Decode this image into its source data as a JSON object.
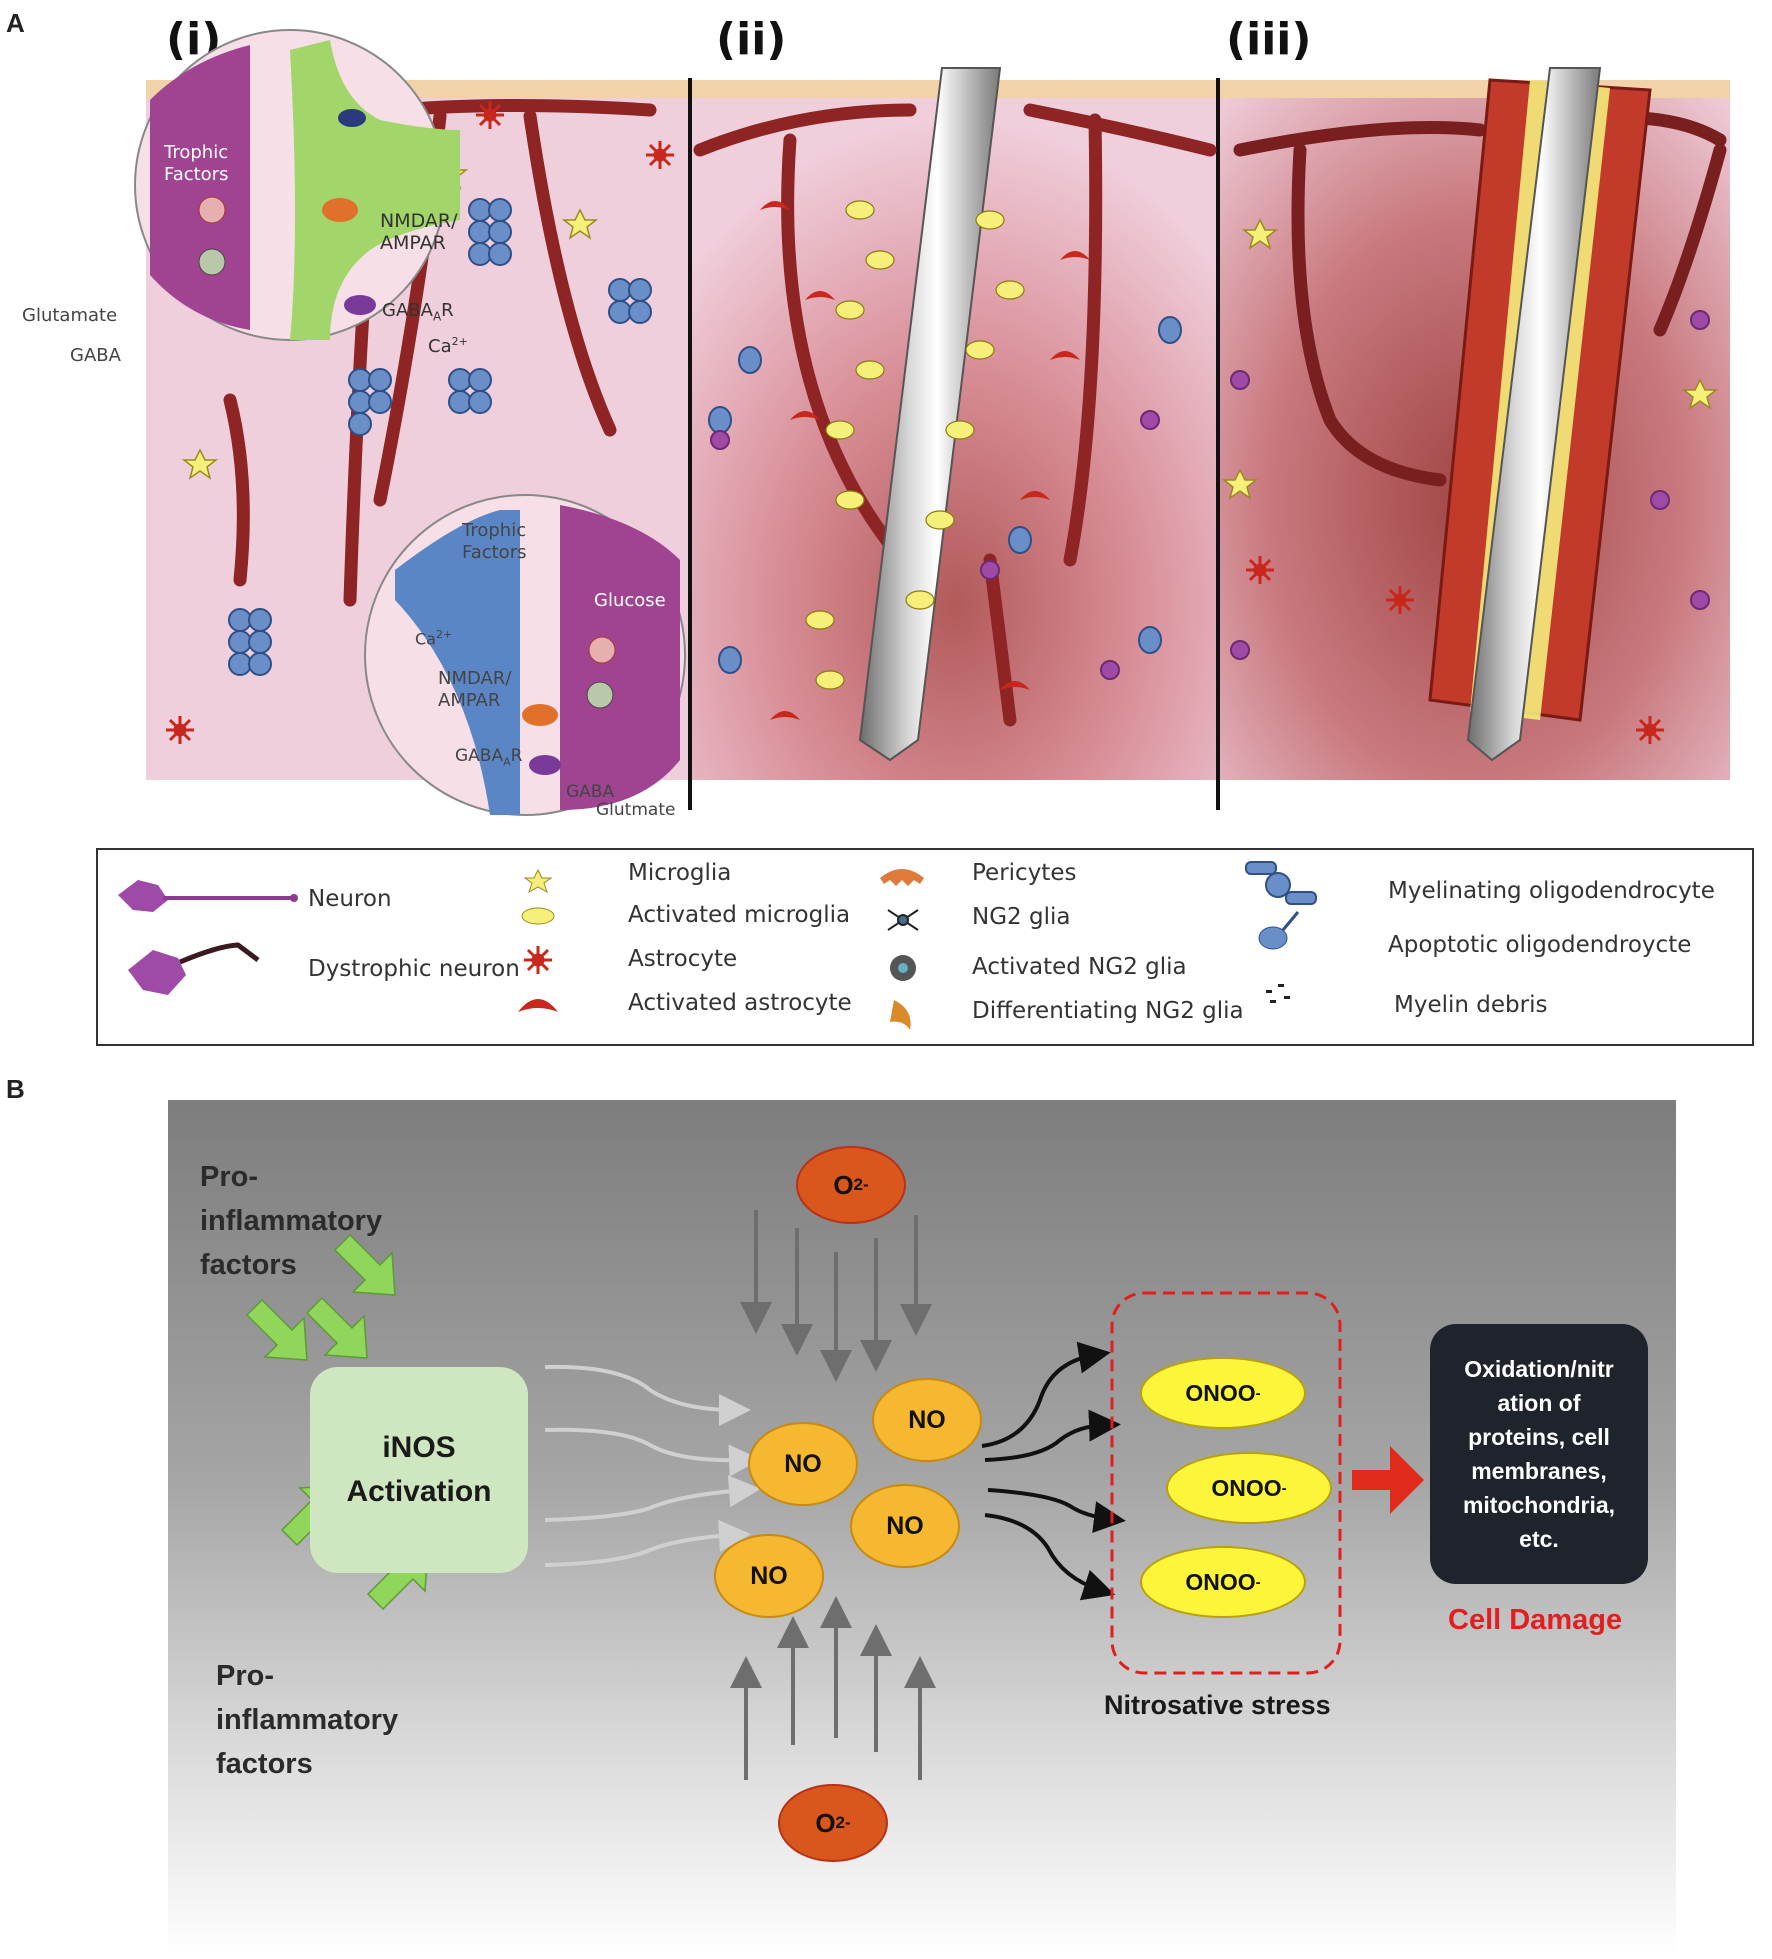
{
  "panel_a": {
    "label": "A",
    "subpanels": [
      "(i)",
      "(ii)",
      "(iii)"
    ],
    "inset_top": {
      "trophic": "Trophic\nFactors",
      "receptor1": "NMDAR/\nAMPAR",
      "receptor2": "GABA",
      "receptor2_sub": "A",
      "receptor2_suffix": "R",
      "ca": "Ca",
      "ca_sup": "2+",
      "glutamate": "Glutamate",
      "gaba": "GABA"
    },
    "inset_bottom": {
      "trophic": "Trophic\nFactors",
      "glucose": "Glucose",
      "ca": "Ca",
      "ca_sup": "2+",
      "receptor1": "NMDAR/\nAMPAR",
      "receptor2": "GABA",
      "receptor2_sub": "A",
      "receptor2_suffix": "R",
      "gaba": "GABA",
      "glutamate": "Glutmate"
    },
    "legend": {
      "col1": [
        "Neuron",
        "Dystrophic neuron"
      ],
      "col2": [
        "Microglia",
        "Activated microglia",
        "Astrocyte",
        "Activated astrocyte"
      ],
      "col3": [
        "Pericytes",
        "NG2 glia",
        "Activated NG2 glia",
        "Differentiating NG2 glia"
      ],
      "col4": [
        "Myelinating oligodendrocyte",
        "Apoptotic oligodendroycte",
        "Myelin debris"
      ]
    },
    "colors": {
      "tissue": "#f0cfdc",
      "vessel": "#8e2424",
      "electrode": "#9a9a9a",
      "microglia": "#f6ef7a",
      "astrocyte": "#c8281c",
      "oligodendrocyte": "#6a8fc8",
      "neuron": "#a04aa8"
    }
  },
  "panel_b": {
    "label": "B",
    "pro_top": [
      "Pro-",
      "inflammatory",
      "factors"
    ],
    "pro_bottom": [
      "Pro-",
      "inflammatory",
      "factors"
    ],
    "inos": [
      "iNOS",
      "Activation"
    ],
    "o2_top": "O",
    "o2_sub": "2",
    "o2_sup": "-",
    "o2_bottom": "O",
    "no_labels": [
      "NO",
      "NO",
      "NO",
      "NO"
    ],
    "onoo_labels": [
      "ONOO",
      "ONOO",
      "ONOO"
    ],
    "onoo_sup": "-",
    "nitrosative": "Nitrosative stress",
    "damage_box": [
      "Oxidation/nitr",
      "ation of",
      "proteins, cell",
      "membranes,",
      "mitochondria,",
      "etc."
    ],
    "cell_damage": "Cell Damage",
    "colors": {
      "inos_box": "#cfe7c0",
      "arrow_green": "#8fd65a",
      "no_fill": "#f5b830",
      "onoo_fill": "#fdf53a",
      "o2_fill": "#d9561c",
      "damage_box": "#1f232b",
      "red": "#e02020"
    }
  }
}
